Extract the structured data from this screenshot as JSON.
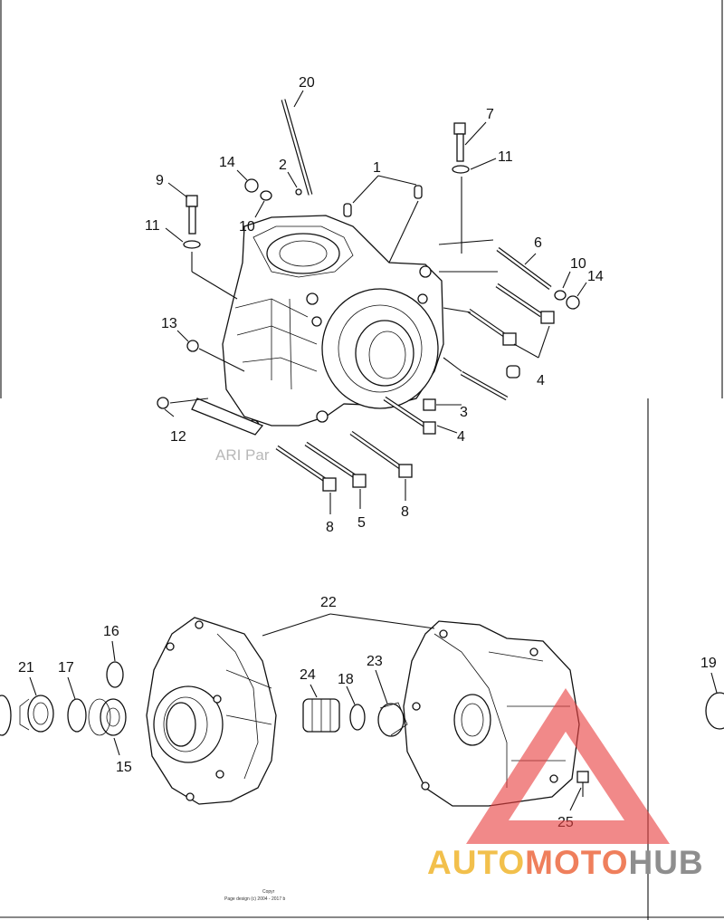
{
  "callouts": {
    "c1": "1",
    "c2": "2",
    "c3": "3",
    "c4a": "4",
    "c4b": "4",
    "c5": "5",
    "c6": "6",
    "c7": "7",
    "c8a": "8",
    "c8b": "8",
    "c9": "9",
    "c10a": "10",
    "c10b": "10",
    "c11a": "11",
    "c11b": "11",
    "c12": "12",
    "c13": "13",
    "c14a": "14",
    "c14b": "14",
    "c15": "15",
    "c16": "16",
    "c17": "17",
    "c18": "18",
    "c19": "19",
    "c20": "20",
    "c21": "21",
    "c22": "22",
    "c23": "23",
    "c24": "24",
    "c25": "25"
  },
  "watermark": {
    "faint_text": "ARI Par"
  },
  "footer": {
    "line1": "Copyr",
    "line2": "Page design (c) 2004 - 2017 b"
  },
  "logo": {
    "part1": "AUTO",
    "part2": "MOTO",
    "part3": "HUB",
    "colors": {
      "auto": "#f2c04c",
      "moto": "#ef7f5c",
      "hub": "#8e8e8e",
      "triangle": "#e84040"
    }
  }
}
